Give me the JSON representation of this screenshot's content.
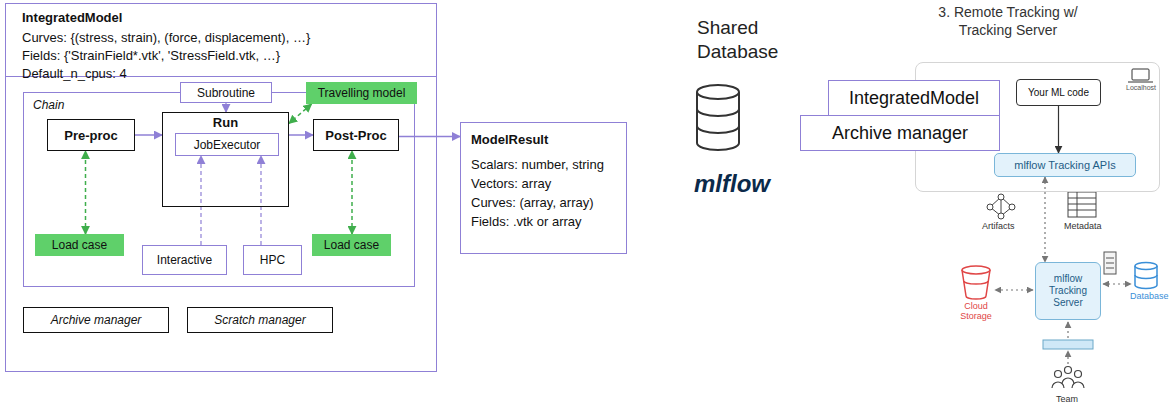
{
  "diagram": {
    "nodes": [
      {
        "text": [
          "IntegratedModel",
          "Curves: {(stress, strain), (force, displacement), …}",
          "Fields: {'StrainField*.vtk', 'StressField.vtk, …}",
          "Default_n_cpus: 4"
        ]
      },
      {
        "text": [
          "Chain"
        ],
        "in": 0
      },
      {
        "text": [
          "Subroutine"
        ],
        "in": 1
      },
      {
        "text": [
          "Travelling model"
        ],
        "in": 1
      },
      {
        "text": [
          "Pre-proc"
        ],
        "in": 1
      },
      {
        "text": [
          "Run"
        ],
        "in": 1
      },
      {
        "text": [
          "JobExecutor"
        ],
        "in": 5
      },
      {
        "text": [
          "Post-Proc"
        ],
        "in": 1
      },
      {
        "text": [
          "Load case"
        ],
        "in": 1
      },
      {
        "text": [
          "Load case"
        ],
        "in": 1
      },
      {
        "text": [
          "Interactive"
        ],
        "in": 1
      },
      {
        "text": [
          "HPC"
        ],
        "in": 1
      },
      {
        "text": [
          "Archive manager"
        ],
        "in": 0
      },
      {
        "text": [
          "Scratch manager"
        ],
        "in": 0
      },
      {
        "text": [
          "ModelResult",
          "Scalars: number, string",
          "Vectors: array",
          "Curves: (array, array)",
          "Fields: .vtk or array"
        ]
      },
      {
        "text": [
          "Localhost"
        ]
      },
      {
        "text": [
          "Your ML code"
        ],
        "in": 15
      },
      {
        "text": [
          "mlflow Tracking APIs"
        ],
        "in": 15
      },
      {
        "text": [
          "IntegratedModel"
        ]
      },
      {
        "text": [
          "Archive manager"
        ]
      },
      {
        "text": [
          "mlflow Tracking Server"
        ]
      }
    ],
    "edges": [
      {
        "from": 4,
        "to": 5,
        "arrow": "to"
      },
      {
        "from": 5,
        "to": 7,
        "arrow": "to"
      },
      {
        "from": 7,
        "to": 14,
        "arrow": "to"
      },
      {
        "from": 2,
        "to": 5,
        "arrow": "to"
      },
      {
        "from": 3,
        "to": 5,
        "arrow": "both"
      },
      {
        "from": 8,
        "to": 4,
        "arrow": "both"
      },
      {
        "from": 9,
        "to": 7,
        "arrow": "both"
      },
      {
        "from": 10,
        "to": 6,
        "arrow": "to"
      },
      {
        "from": 11,
        "to": 6,
        "arrow": "to"
      },
      {
        "from": 16,
        "to": 17,
        "arrow": "to"
      },
      {
        "from": 17,
        "to": 20,
        "arrow": "both"
      }
    ],
    "labels": [
      "Shared Database",
      "mlflow",
      "3. Remote Tracking w/ Tracking Server",
      "Artifacts",
      "Metadata",
      "Cloud Storage",
      "Database",
      "Team"
    ]
  }
}
